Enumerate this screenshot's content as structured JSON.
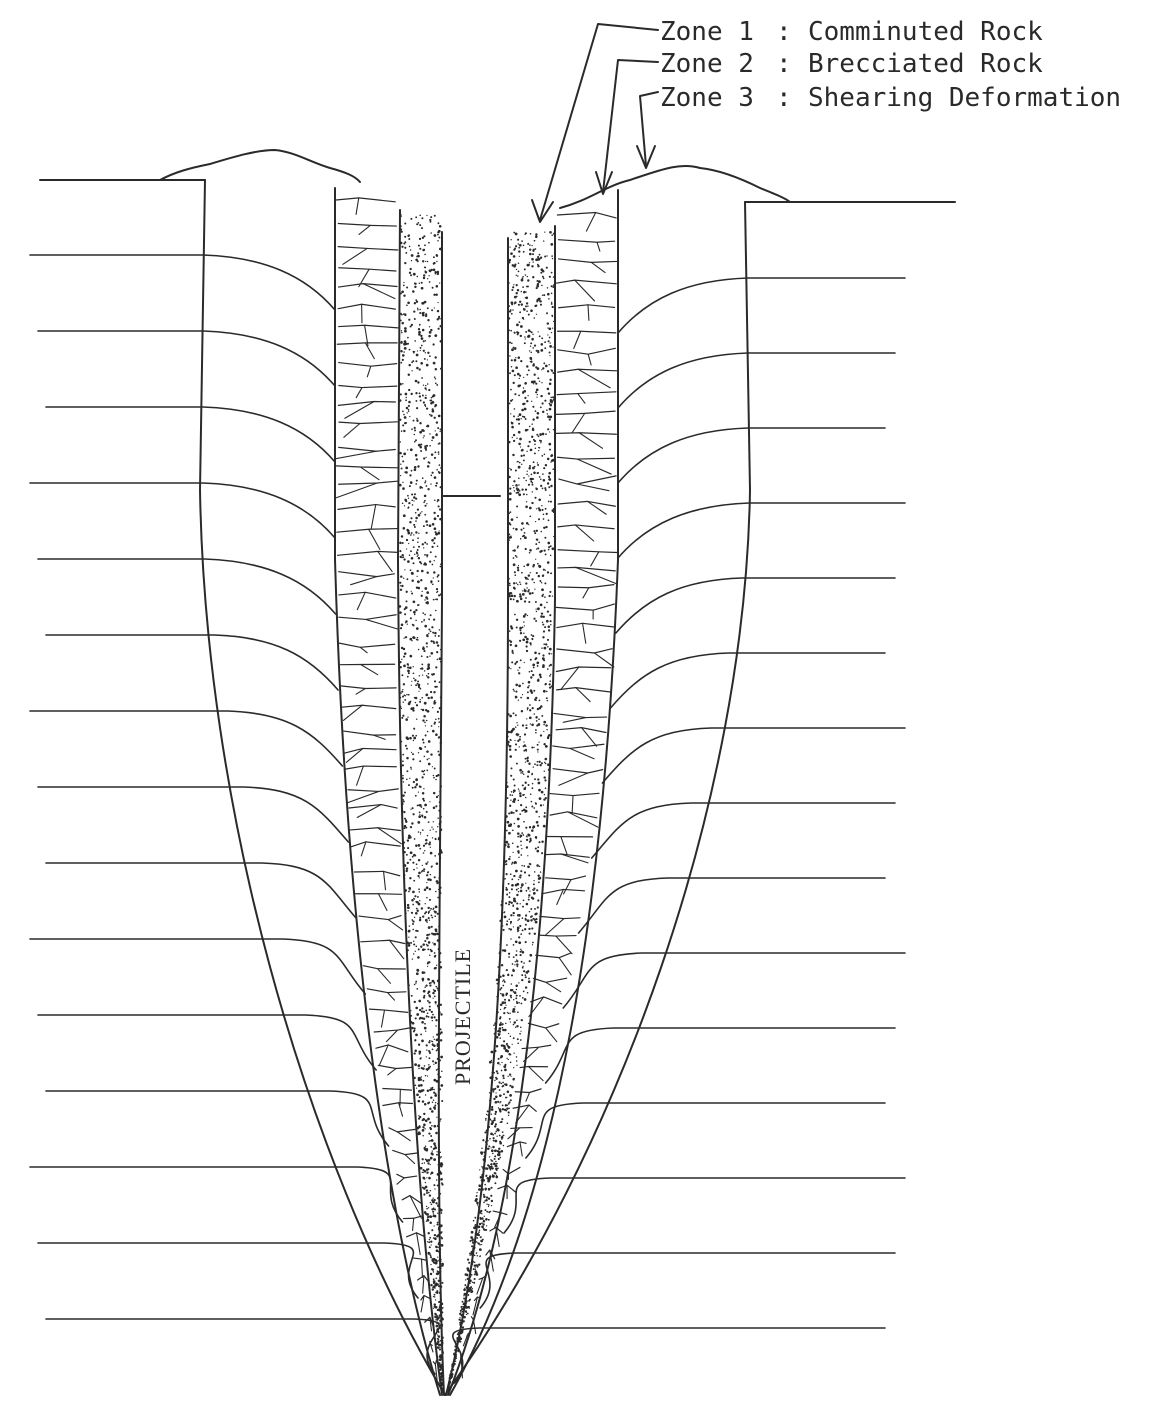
{
  "diagram": {
    "legend": [
      {
        "zone": "Zone 1",
        "separator": ":",
        "description": "Comminuted Rock"
      },
      {
        "zone": "Zone 2",
        "separator": ":",
        "description": "Brecciated Rock"
      },
      {
        "zone": "Zone 3",
        "separator": ":",
        "description": "Shearing Deformation"
      }
    ],
    "center_label": "PROJECTILE",
    "colors": {
      "ink": "#2a2a2a",
      "background": "#ffffff"
    }
  }
}
